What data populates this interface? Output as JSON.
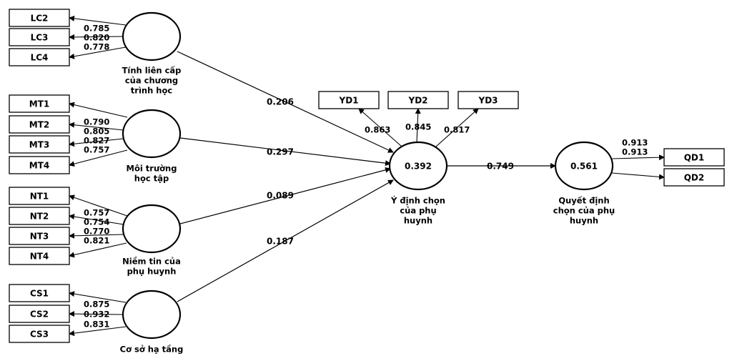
{
  "constructs": [
    {
      "id": "lc",
      "name_lines": [
        "Tính liên cấp",
        "của chương",
        "trình học"
      ],
      "r2": ""
    },
    {
      "id": "mt",
      "name_lines": [
        "Môi trường",
        "học tập"
      ],
      "r2": ""
    },
    {
      "id": "nt",
      "name_lines": [
        "Niềm tin của",
        "phụ huynh"
      ],
      "r2": ""
    },
    {
      "id": "cs",
      "name_lines": [
        "Cơ sở hạ tầng"
      ],
      "r2": ""
    },
    {
      "id": "yd",
      "name_lines": [
        "Ý định chọn",
        "của phụ",
        "huynh"
      ],
      "r2": "0.392"
    },
    {
      "id": "qd",
      "name_lines": [
        "Quyết định",
        "chọn của phụ",
        "huynh"
      ],
      "r2": "0.561"
    }
  ],
  "indicators": [
    {
      "construct": "lc",
      "name": "LC2",
      "loading": "0.785"
    },
    {
      "construct": "lc",
      "name": "LC3",
      "loading": "0.820"
    },
    {
      "construct": "lc",
      "name": "LC4",
      "loading": "0.778"
    },
    {
      "construct": "mt",
      "name": "MT1",
      "loading": "0.790"
    },
    {
      "construct": "mt",
      "name": "MT2",
      "loading": "0.805"
    },
    {
      "construct": "mt",
      "name": "MT3",
      "loading": "0.827"
    },
    {
      "construct": "mt",
      "name": "MT4",
      "loading": "0.757"
    },
    {
      "construct": "nt",
      "name": "NT1",
      "loading": "0.757"
    },
    {
      "construct": "nt",
      "name": "NT2",
      "loading": "0.754"
    },
    {
      "construct": "nt",
      "name": "NT3",
      "loading": "0.770"
    },
    {
      "construct": "nt",
      "name": "NT4",
      "loading": "0.821"
    },
    {
      "construct": "cs",
      "name": "CS1",
      "loading": "0.875"
    },
    {
      "construct": "cs",
      "name": "CS2",
      "loading": "0.932"
    },
    {
      "construct": "cs",
      "name": "CS3",
      "loading": "0.831"
    },
    {
      "construct": "yd",
      "name": "YD1",
      "loading": "0.863"
    },
    {
      "construct": "yd",
      "name": "YD2",
      "loading": "0.845"
    },
    {
      "construct": "yd",
      "name": "YD3",
      "loading": "0.817"
    },
    {
      "construct": "qd",
      "name": "QD1",
      "loading": "0.913"
    },
    {
      "construct": "qd",
      "name": "QD2",
      "loading": "0.913"
    }
  ],
  "paths": [
    {
      "from": "lc",
      "to": "yd",
      "coef": "0.206"
    },
    {
      "from": "mt",
      "to": "yd",
      "coef": "0.297"
    },
    {
      "from": "nt",
      "to": "yd",
      "coef": "0.089"
    },
    {
      "from": "cs",
      "to": "yd",
      "coef": "0.187"
    },
    {
      "from": "yd",
      "to": "qd",
      "coef": "0.749"
    }
  ]
}
